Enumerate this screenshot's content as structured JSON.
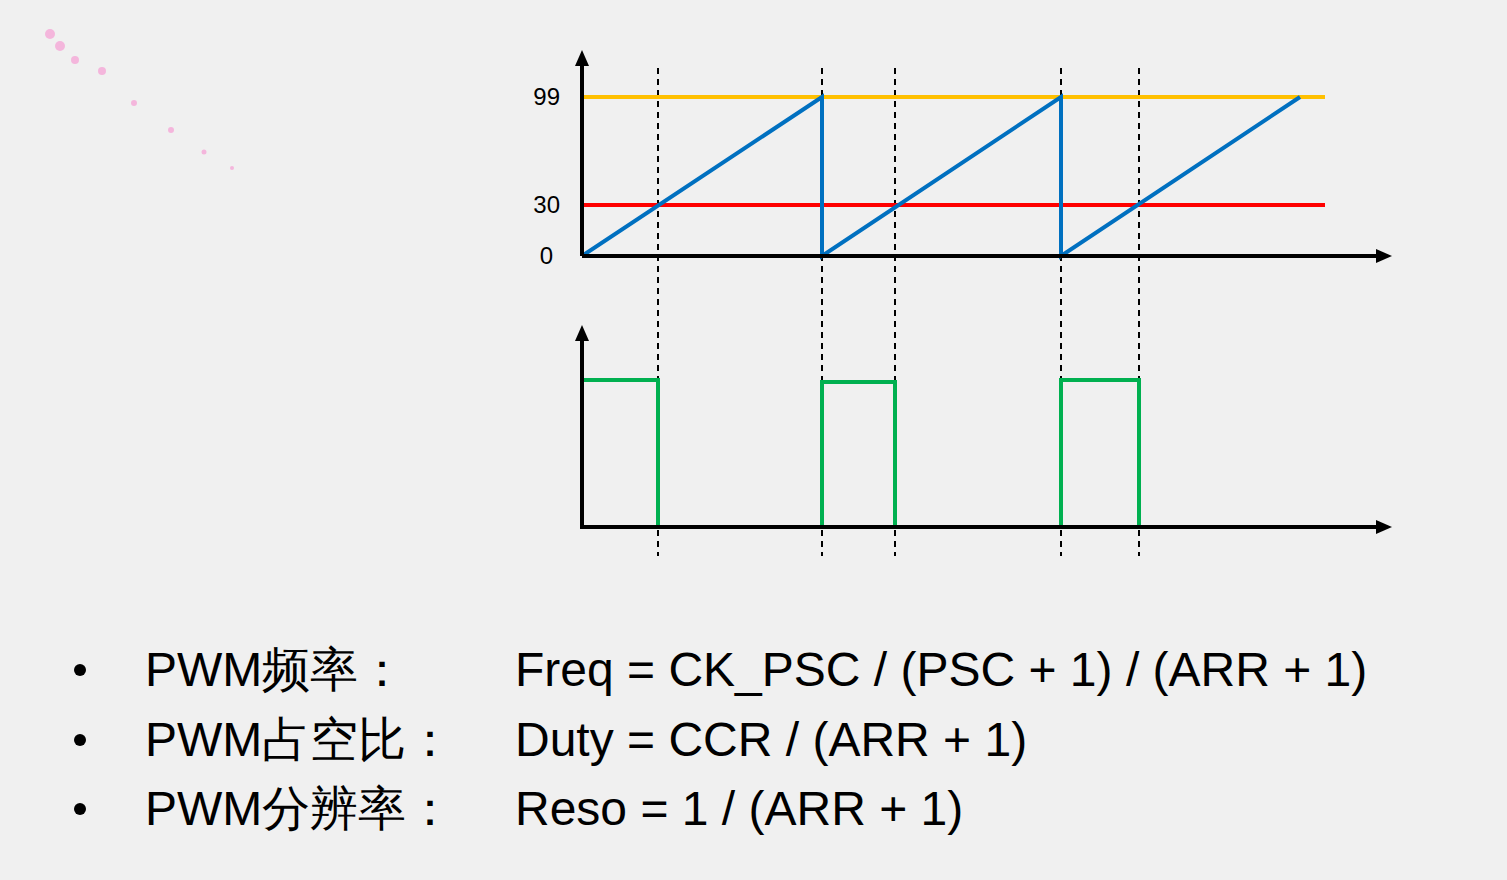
{
  "diagram": {
    "labels": [
      "99",
      "30",
      "0",
      "PWM频率：",
      "Freq = CK_PSC / (PSC + 1) / (ARR + 1)",
      "PWM占空比：",
      "Duty = CCR / (ARR + 1)",
      "PWM分辨率：",
      "Reso = 1 / (ARR + 1)"
    ]
  }
}
